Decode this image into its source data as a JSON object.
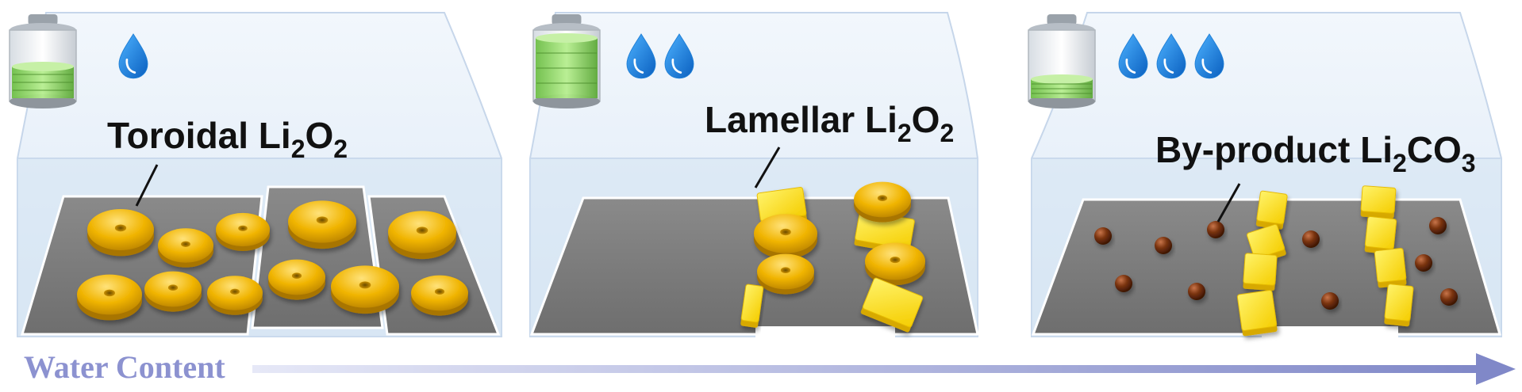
{
  "panels": [
    {
      "id": "low",
      "water_drops": 1,
      "battery_level": 0.5,
      "label": {
        "prefix": "Toroidal Li",
        "sub1": "2",
        "mid": "O",
        "sub2": "2"
      }
    },
    {
      "id": "medium",
      "water_drops": 2,
      "battery_level": 0.95,
      "label": {
        "prefix": "Lamellar Li",
        "sub1": "2",
        "mid": "O",
        "sub2": "2"
      }
    },
    {
      "id": "high",
      "water_drops": 3,
      "battery_level": 0.3,
      "label": {
        "prefix": "By-product Li",
        "sub1": "2",
        "mid": "CO",
        "sub2": "3"
      }
    }
  ],
  "axis": {
    "label": "Water Content"
  },
  "colors": {
    "box_fill": "#e3edf8",
    "substrate": "#7a7a7a",
    "toroid": "#e8b100",
    "lamella": "#ffe233",
    "byproduct": "#6b2a0a",
    "drop": "#1f7fd6",
    "battery_green": "#8fd36a",
    "arrow": "#8c92d0"
  }
}
